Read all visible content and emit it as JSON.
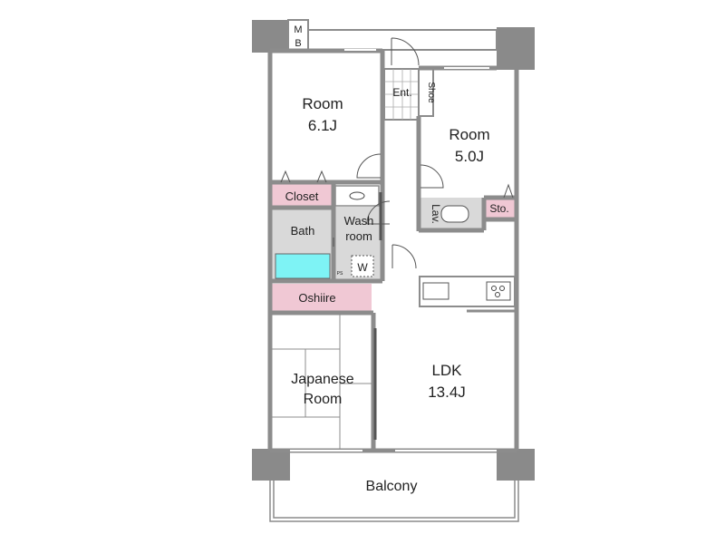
{
  "floor_plan": {
    "rooms": {
      "room1": {
        "name": "Room",
        "size": "6.1J"
      },
      "room2": {
        "name": "Room",
        "size": "5.0J"
      },
      "ldk": {
        "name": "LDK",
        "size": "13.4J"
      },
      "japanese": {
        "line1": "Japanese",
        "line2": "Room"
      },
      "balcony": "Balcony",
      "entrance": "Ent.",
      "shoe": "Shoe",
      "closet": "Closet",
      "bath": "Bath",
      "wash": {
        "line1": "Wash",
        "line2": "room"
      },
      "washer": "W",
      "lav": "Lav.",
      "storage": "Sto.",
      "oshiire": "Oshiire",
      "mb": {
        "line1": "M",
        "line2": "B"
      },
      "ps": "PS"
    },
    "colors": {
      "wall": "#8c8c8c",
      "pillar": "#8a8a8a",
      "wet": "#d9d9d9",
      "storage": "#f0c8d4",
      "tub": "#7ef3f5"
    }
  }
}
